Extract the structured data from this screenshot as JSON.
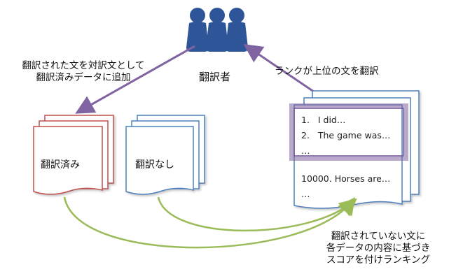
{
  "translator_label": "翻訳者",
  "note_left": {
    "line1": "翻訳された文を対訳文として",
    "line2": "翻訳済みデータに追加"
  },
  "note_right": "ランクが上位の文を翻訳",
  "doc_translated": "翻訳済み",
  "doc_untranslated": "翻訳なし",
  "ranked_list": {
    "top_items": [
      "1.   I did…",
      "2.   The game was…",
      "…"
    ],
    "bottom_items": [
      "10000. Horses are…",
      "…"
    ]
  },
  "note_bottom": {
    "line1": "翻訳されていない文に",
    "line2": "各データの内容に基づき",
    "line3": "スコアを付けランキング"
  },
  "colors": {
    "people": "#2e5597",
    "translated_doc": "#c0504d",
    "untranslated_doc": "#4f81bd",
    "list_doc": "#4f81bd",
    "highlight": "#8064a2",
    "arrow_purple": "#8064a2",
    "arrow_green": "#9bbb59"
  },
  "icons": {
    "translator": "people-group-icon",
    "translated": "document-stack-icon",
    "untranslated": "document-stack-icon",
    "ranked": "document-stack-icon"
  }
}
